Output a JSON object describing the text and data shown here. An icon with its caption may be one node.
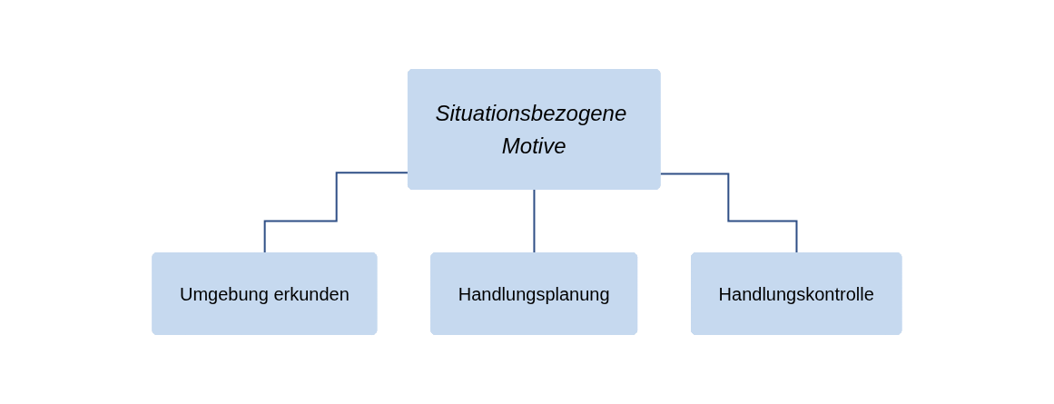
{
  "diagram": {
    "nodes": [
      {
        "text": [
          "Situationsbezogene Motive"
        ]
      },
      {
        "text": [
          "Umgebung erkunden"
        ]
      },
      {
        "text": [
          "Handlungsplanung"
        ]
      },
      {
        "text": [
          "Handlungskontrolle"
        ]
      }
    ],
    "edges": [
      {
        "from": 0,
        "to": 1,
        "arrow": "none"
      },
      {
        "from": 0,
        "to": 2,
        "arrow": "none"
      },
      {
        "from": 0,
        "to": 3,
        "arrow": "none"
      }
    ]
  }
}
